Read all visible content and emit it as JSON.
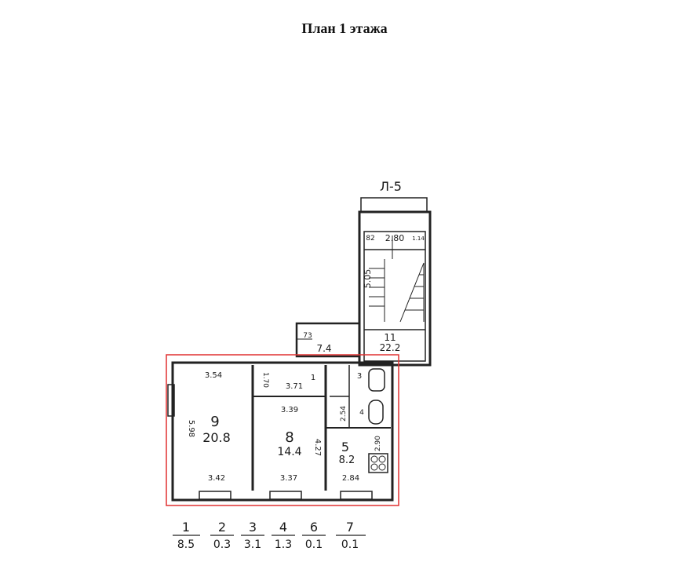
{
  "title": "План 1 этажа",
  "stair_label": "Л-5",
  "rooms": [
    {
      "number": "9",
      "area": "20.8"
    },
    {
      "number": "8",
      "area": "14.4"
    },
    {
      "number": "5",
      "area": "8.2"
    },
    {
      "number": "1",
      "area": ""
    },
    {
      "number": "11",
      "area": "22.2"
    },
    {
      "number": "",
      "area": "7.4"
    }
  ],
  "dimensions": {
    "r9_top": "3.54",
    "r9_side": "5.98",
    "r9_bottom": "3.42",
    "r8_top": "3.39",
    "r8_side": "4.27",
    "r8_bottom": "3.37",
    "corridor_w": "3.71",
    "corridor_h": "1.70",
    "r5_side": "2.90",
    "r5_bottom": "2.84",
    "bath_h": "2.54",
    "small_3": "3",
    "small_4": "4",
    "stair_w": "2.80",
    "stair_h": "5.05",
    "stair_82": "82",
    "stair_114": "1.14",
    "vest_73": "73"
  },
  "legend": [
    {
      "num": "1",
      "area": "8.5"
    },
    {
      "num": "2",
      "area": "0.3"
    },
    {
      "num": "3",
      "area": "3.1"
    },
    {
      "num": "4",
      "area": "1.3"
    },
    {
      "num": "6",
      "area": "0.1"
    },
    {
      "num": "7",
      "area": "0.1"
    }
  ],
  "colors": {
    "highlight": "#e03030",
    "ink": "#222222"
  }
}
